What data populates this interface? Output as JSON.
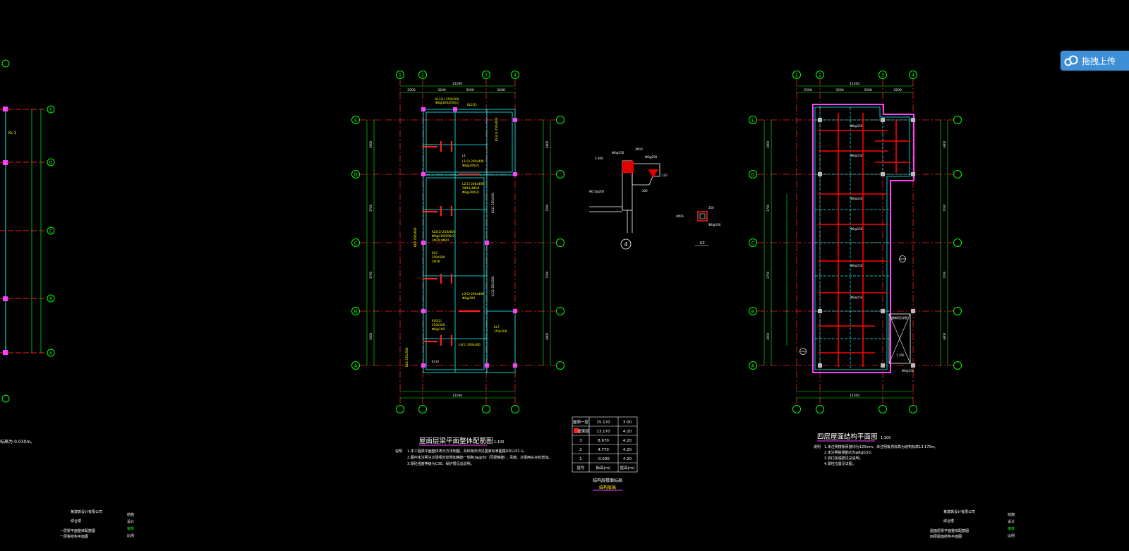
{
  "toolbar": {
    "upload_label": "拖拽上传",
    "upload_icon": "cloud-icon"
  },
  "plans": {
    "middle": {
      "title": "屋面层梁平面整体配筋图",
      "scale": "1:100",
      "notes_label": "说明",
      "notes": [
        "1.本工程梁平面整体表示方法制图，具体做法详见国家标准图集03G101-1。",
        "2.图中未注明主次梁相交处附加箍筋一侧各3φ@50（同梁箍筋），吊筋、次梁两头亦有增加。",
        "3.梁砼强度等级为C30，保护层见总说明。"
      ],
      "axes_top": [
        "1",
        "2",
        "3",
        "4"
      ],
      "axes_side": [
        "A",
        "B",
        "C",
        "D",
        "E"
      ],
      "dims_top": [
        "2500",
        "3200",
        "3200",
        "3200"
      ],
      "dim_total": "12100"
    },
    "right": {
      "title": "四层屋面结构平面图",
      "scale": "1:100",
      "notes_label": "说明",
      "notes": [
        "1.未注明楼板厚度均为120mm，未注明板顶标高为结构标高13.170m。",
        "2.未注明板钢筋均为φ8@150。",
        "3.洞口加强筋见总说明。",
        "4.梁柱位置见详图。"
      ],
      "axes_top": [
        "1",
        "2",
        "3",
        "4"
      ],
      "axes_side": [
        "A",
        "B",
        "C",
        "D",
        "E"
      ],
      "dims_top": [
        "2500",
        "3200",
        "3200",
        "3200"
      ],
      "dim_total": "12100"
    },
    "left_partial": {
      "note": "标高为-0.030m。",
      "axes_side": [
        "A",
        "B",
        "C",
        "D",
        "E"
      ]
    }
  },
  "detail": {
    "section_label": "4",
    "column_label": "KZ"
  },
  "level_table": {
    "rows": [
      [
        "屋面一层",
        "15.170",
        "3.00"
      ],
      [
        "屋面层",
        "13.170",
        "4.20"
      ],
      [
        "3",
        "8.970",
        "4.20"
      ],
      [
        "2",
        "4.770",
        "4.20"
      ],
      [
        "1",
        "-0.030",
        "4.20"
      ],
      [
        "层号",
        "标高(m)",
        "层高(m)"
      ]
    ],
    "caption1": "结构层楼面标高",
    "caption2": "结构层高"
  },
  "title_blocks": {
    "left": {
      "company": "某建筑设计有限公司",
      "project": "综合楼",
      "items": [
        "一层梁平面整体配筋图",
        "一层板结构平面图"
      ],
      "cells": [
        "结施",
        "设计",
        "审核",
        "比例"
      ]
    },
    "right": {
      "company": "某建筑设计有限公司",
      "project": "综合楼",
      "items": [
        "屋面层梁平面整体配筋图",
        "四层屋面结构平面图"
      ],
      "cells": [
        "结施",
        "设计",
        "审核",
        "比例"
      ]
    }
  },
  "colors": {
    "background": "#000000",
    "axis_circle": "#00ff00",
    "axis_line": "#ff2020",
    "beam": "#00ffff",
    "rebar_text": "#ffff00",
    "column": "#ff40ff",
    "dim": "#00ff00",
    "text": "#ffffff",
    "slab_bar": "#ff0000",
    "upload": "#3e8fd8"
  }
}
